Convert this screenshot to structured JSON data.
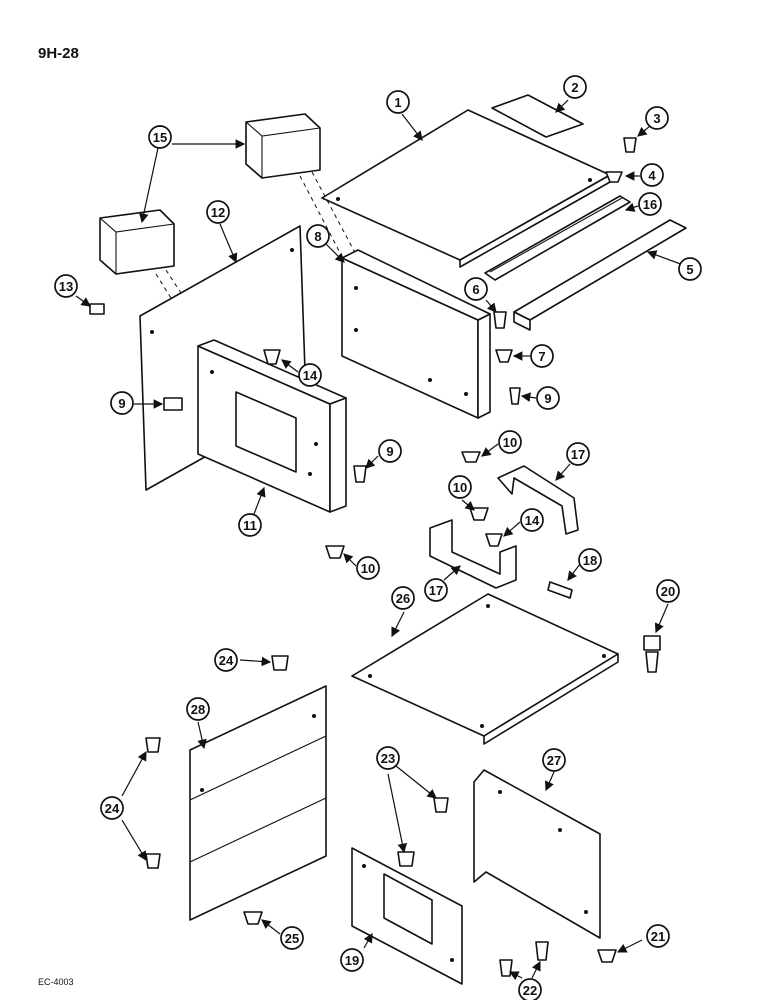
{
  "header": {
    "page_code": "9H-28"
  },
  "footer": {
    "figure_code": "EC-4003"
  },
  "callouts": [
    "1",
    "2",
    "3",
    "4",
    "5",
    "6",
    "7",
    "8",
    "9",
    "9",
    "9",
    "10",
    "10",
    "10",
    "11",
    "12",
    "13",
    "14",
    "14",
    "15",
    "16",
    "17",
    "17",
    "18",
    "19",
    "20",
    "21",
    "22",
    "23",
    "24",
    "24",
    "25",
    "26",
    "27",
    "28"
  ]
}
